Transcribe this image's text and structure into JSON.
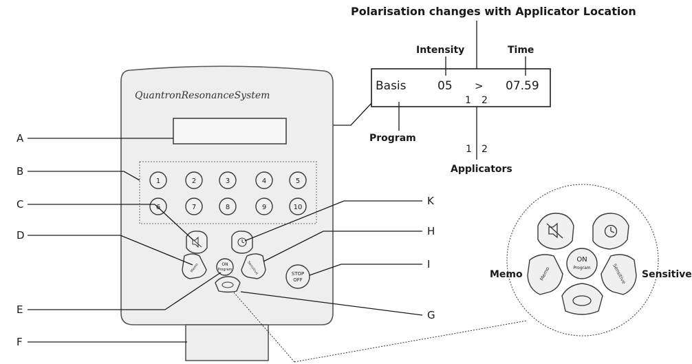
{
  "header": {
    "title": "Polarisation changes with Applicator Location"
  },
  "display": {
    "program": "Basis",
    "intensity": "05",
    "arrow": ">",
    "time": "07.59",
    "applicator_1": "1",
    "applicator_2": "2"
  },
  "callouts": {
    "intensity": "Intensity",
    "time": "Time",
    "program": "Program",
    "applicators": "Applicators",
    "applicator_1": "1",
    "applicator_2": "2"
  },
  "device": {
    "brand": "QuantronResonanceSystem",
    "number_buttons": [
      "1",
      "2",
      "3",
      "4",
      "5",
      "6",
      "7",
      "8",
      "9",
      "10"
    ],
    "on_line1": "ON",
    "on_line2": "Program",
    "memo": "Memo",
    "sensitive": "Sensitive",
    "stop_line1": "STOP",
    "stop_line2": "OFF"
  },
  "letters": {
    "A": "A",
    "B": "B",
    "C": "C",
    "D": "D",
    "E": "E",
    "F": "F",
    "K": "K",
    "H": "H",
    "I": "I",
    "G": "G"
  },
  "zoom": {
    "memo_label": "Memo",
    "sensitive_label": "Sensitive",
    "on_line1": "ON",
    "on_line2": "Program",
    "memo_button": "Memo",
    "sensitive_button": "Sensitive"
  },
  "icons": [
    "mute-icon",
    "timer-icon",
    "clear-icon"
  ]
}
